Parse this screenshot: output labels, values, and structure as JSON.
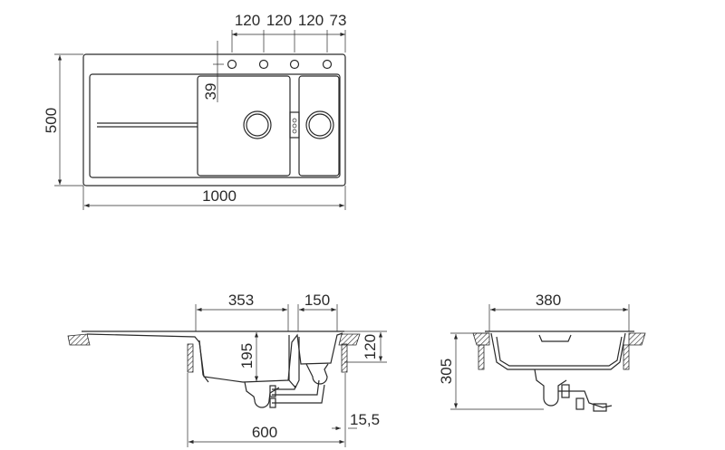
{
  "top_view": {
    "dims": {
      "hole_spacing": [
        "120",
        "120",
        "120",
        "73"
      ],
      "offset": "39",
      "depth": "500",
      "width": "1000"
    }
  },
  "front_view": {
    "dims": {
      "main_bowl_width": "353",
      "small_bowl_width": "150",
      "main_bowl_depth": "195",
      "small_bowl_depth": "120",
      "cabinet_width": "600",
      "edge_offset": "15,5"
    }
  },
  "side_view": {
    "dims": {
      "width": "380",
      "height": "305"
    }
  }
}
